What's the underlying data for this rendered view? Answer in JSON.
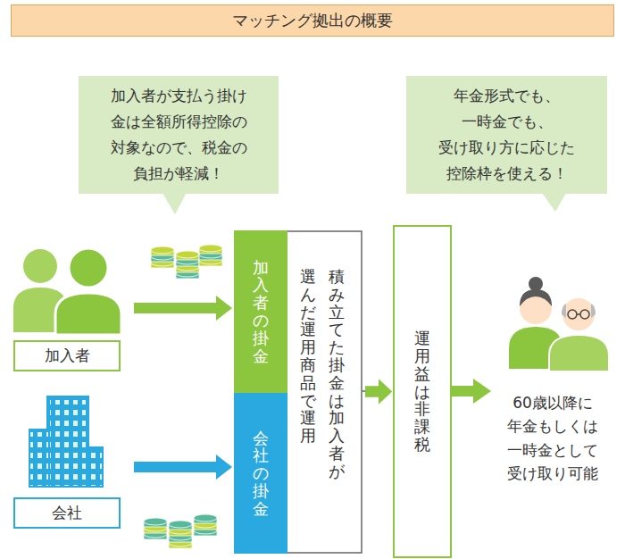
{
  "diagram": {
    "title": "マッチング拠出の概要",
    "nodes": [
      {
        "text": [
          "加入者が支払う掛け 金は全額所得控除の 対象なので、税金の 負担が軽減！"
        ]
      },
      {
        "text": [
          "年金形式でも、 一時金でも、 受け取り方に応じた 控除枠を使える！"
        ]
      },
      {
        "text": [
          "加入者"
        ]
      },
      {
        "text": [
          "加入者の掛金"
        ]
      },
      {
        "text": [
          "会社"
        ]
      },
      {
        "text": [
          "会社の掛金"
        ]
      },
      {
        "text": [
          "運用益は非課税"
        ]
      }
    ],
    "edges": [
      {
        "from": 2,
        "to": 3,
        "arrow": "to"
      },
      {
        "from": 4,
        "to": 5,
        "arrow": "to"
      },
      {
        "from": 3,
        "to": 6,
        "arrow": "to"
      },
      {
        "from": 5,
        "to": 6,
        "arrow": "to"
      }
    ],
    "labels": [
      "積み立てた掛金は加入者が",
      "選んだ運用商品で運用",
      "60歳以降に 年金もしくは 一時金として 受け取り可能"
    ]
  }
}
